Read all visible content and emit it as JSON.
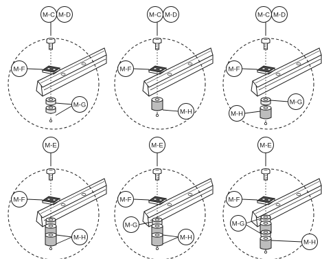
{
  "callout_labels": {
    "m_c": "M-C",
    "m_d": "M-D",
    "m_e": "M-E",
    "m_f": "M-F",
    "m_g": "M-G",
    "m_h": "M-H"
  },
  "panels": [
    {
      "header": [
        "m_c",
        "m_d"
      ],
      "parts": [
        "screw",
        "plate",
        "ring",
        "ring"
      ],
      "side": [
        {
          "label": "m_f",
          "target": "plate"
        },
        {
          "label": "m_g",
          "target": "rings"
        }
      ]
    },
    {
      "header": [
        "m_c",
        "m_d"
      ],
      "parts": [
        "screw",
        "plate",
        "spacer"
      ],
      "side": [
        {
          "label": "m_f",
          "target": "plate"
        },
        {
          "label": "m_h",
          "target": "spacer"
        }
      ]
    },
    {
      "header": [
        "m_c",
        "m_d"
      ],
      "parts": [
        "screw",
        "plate",
        "ring",
        "spacer"
      ],
      "side": [
        {
          "label": "m_f",
          "target": "plate"
        },
        {
          "label": "m_g",
          "target": "ring"
        },
        {
          "label": "m_h",
          "target": "spacer"
        }
      ]
    },
    {
      "header": [
        "m_e"
      ],
      "parts": [
        "screw",
        "plate",
        "ring",
        "spacer",
        "spacer"
      ],
      "side": [
        {
          "label": "m_f",
          "target": "plate"
        },
        {
          "label": "m_h",
          "target": "spacers"
        }
      ]
    },
    {
      "header": [
        "m_e"
      ],
      "parts": [
        "screw",
        "plate",
        "ring",
        "spacer",
        "spacer"
      ],
      "side": [
        {
          "label": "m_f",
          "target": "plate"
        },
        {
          "label": "m_g",
          "target": "ring"
        },
        {
          "label": "m_h",
          "target": "spacers"
        }
      ]
    },
    {
      "header": [
        "m_e"
      ],
      "parts": [
        "screw",
        "plate",
        "ring",
        "spacer",
        "ring",
        "spacer"
      ],
      "side": [
        {
          "label": "m_f",
          "target": "plate"
        },
        {
          "label": "m_g",
          "target": "rings"
        },
        {
          "label": "m_h",
          "target": "spacer"
        }
      ]
    }
  ],
  "colors": {
    "line": "#1a1a1a",
    "part_fill": "#ffffff",
    "plate_fill": "#4a4a4a",
    "spacer_shade": "#bdbdbd"
  }
}
